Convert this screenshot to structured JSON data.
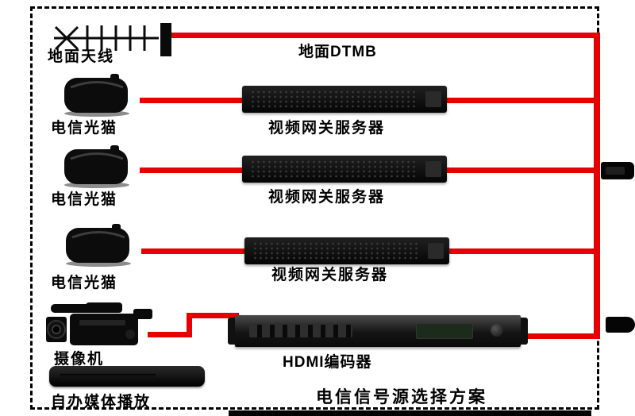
{
  "diagram": {
    "title": "电信信号源选择方案",
    "colors": {
      "line_red": "#e60000",
      "device_black": "#0a0a0a"
    },
    "antenna": {
      "label": "地面天线",
      "feed_label": "地面DTMB"
    },
    "rows": [
      {
        "source": "电信光猫",
        "gateway": "视频网关服务器"
      },
      {
        "source": "电信光猫",
        "gateway": "视频网关服务器"
      },
      {
        "source": "电信光猫",
        "gateway": "视频网关服务器"
      }
    ],
    "camera": {
      "label": "摄像机"
    },
    "encoder": {
      "label": "HDMI编码器"
    },
    "media_player": {
      "label": "自办媒体播放"
    }
  }
}
